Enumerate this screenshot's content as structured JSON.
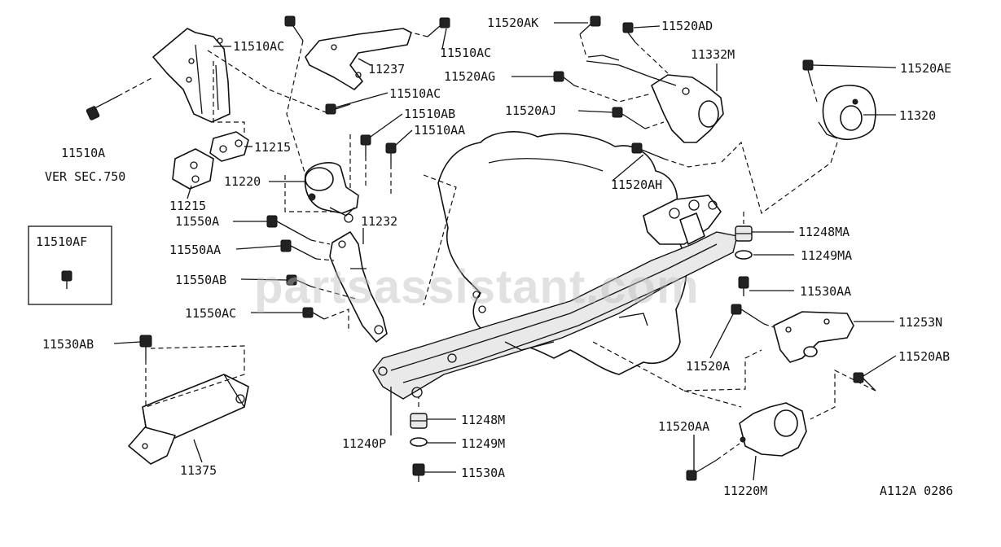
{
  "watermark": "partsassistant.com",
  "diagram_code": "A112A 0286",
  "note": "VER SEC.750",
  "inset": {
    "label": "11510AF"
  },
  "labels": {
    "p11510A": "11510A",
    "p11510AC_1": "11510AC",
    "p11237": "11237",
    "p11510AC_2": "11510AC",
    "p11520AK": "11520AK",
    "p11520AD": "11520AD",
    "p11332M": "11332M",
    "p11520AG": "11520AG",
    "p11520AE": "11520AE",
    "p11510AC_3": "11510AC",
    "p11510AB": "11510AB",
    "p11510AA": "11510AA",
    "p11520AJ": "11520AJ",
    "p11320": "11320",
    "p11215_1": "11215",
    "p11215_2": "11215",
    "p11220": "11220",
    "p11520AH": "11520AH",
    "p11550A": "11550A",
    "p11232": "11232",
    "p11248MA": "11248MA",
    "p11550AA": "11550AA",
    "p11249MA": "11249MA",
    "p11550AB": "11550AB",
    "p11530AA": "11530AA",
    "p11550AC": "11550AC",
    "p11253N": "11253N",
    "p11530AB": "11530AB",
    "p11520A": "11520A",
    "p11520AB": "11520AB",
    "p11248M": "11248M",
    "p11520AA": "11520AA",
    "p11240P": "11240P",
    "p11249M": "11249M",
    "p11530A": "11530A",
    "p11375": "11375",
    "p11220M": "11220M"
  }
}
